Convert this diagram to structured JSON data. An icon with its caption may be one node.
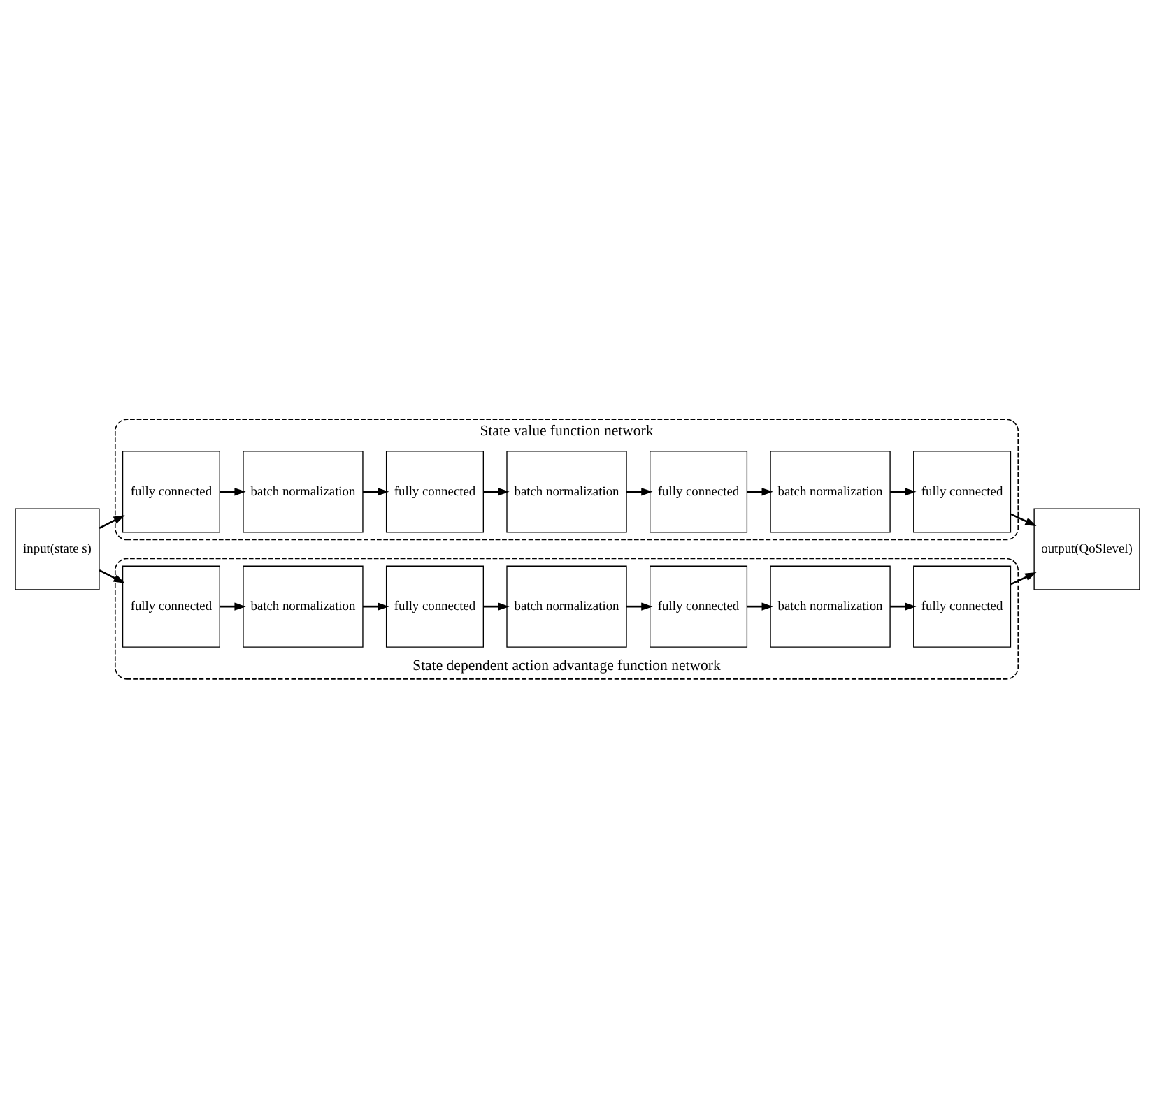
{
  "diagram": {
    "nodes": [
      {
        "text": [
          "input(state s)"
        ]
      },
      {
        "text": [
          "State value function network"
        ]
      },
      {
        "text": [
          "fully connected"
        ],
        "in": 1
      },
      {
        "text": [
          "batch normalization"
        ],
        "in": 1
      },
      {
        "text": [
          "fully connected"
        ],
        "in": 1
      },
      {
        "text": [
          "batch normalization"
        ],
        "in": 1
      },
      {
        "text": [
          "fully connected"
        ],
        "in": 1
      },
      {
        "text": [
          "batch normalization"
        ],
        "in": 1
      },
      {
        "text": [
          "fully connected"
        ],
        "in": 1
      },
      {
        "text": [
          "State dependent action advantage function network"
        ]
      },
      {
        "text": [
          "fully connected"
        ],
        "in": 9
      },
      {
        "text": [
          "batch normalization"
        ],
        "in": 9
      },
      {
        "text": [
          "fully connected"
        ],
        "in": 9
      },
      {
        "text": [
          "batch normalization"
        ],
        "in": 9
      },
      {
        "text": [
          "fully connected"
        ],
        "in": 9
      },
      {
        "text": [
          "batch normalization"
        ],
        "in": 9
      },
      {
        "text": [
          "fully connected"
        ],
        "in": 9
      },
      {
        "text": [
          "output(QoSlevel)"
        ]
      }
    ],
    "edges": [
      {
        "from": 0,
        "to": 2,
        "arrow": "to"
      },
      {
        "from": 0,
        "to": 10,
        "arrow": "to"
      },
      {
        "from": 2,
        "to": 3,
        "arrow": "to"
      },
      {
        "from": 3,
        "to": 4,
        "arrow": "to"
      },
      {
        "from": 4,
        "to": 5,
        "arrow": "to"
      },
      {
        "from": 5,
        "to": 6,
        "arrow": "to"
      },
      {
        "from": 6,
        "to": 7,
        "arrow": "to"
      },
      {
        "from": 7,
        "to": 8,
        "arrow": "to"
      },
      {
        "from": 10,
        "to": 11,
        "arrow": "to"
      },
      {
        "from": 11,
        "to": 12,
        "arrow": "to"
      },
      {
        "from": 12,
        "to": 13,
        "arrow": "to"
      },
      {
        "from": 13,
        "to": 14,
        "arrow": "to"
      },
      {
        "from": 14,
        "to": 15,
        "arrow": "to"
      },
      {
        "from": 15,
        "to": 16,
        "arrow": "to"
      },
      {
        "from": 8,
        "to": 17,
        "arrow": "to"
      },
      {
        "from": 16,
        "to": 17,
        "arrow": "to"
      }
    ]
  }
}
